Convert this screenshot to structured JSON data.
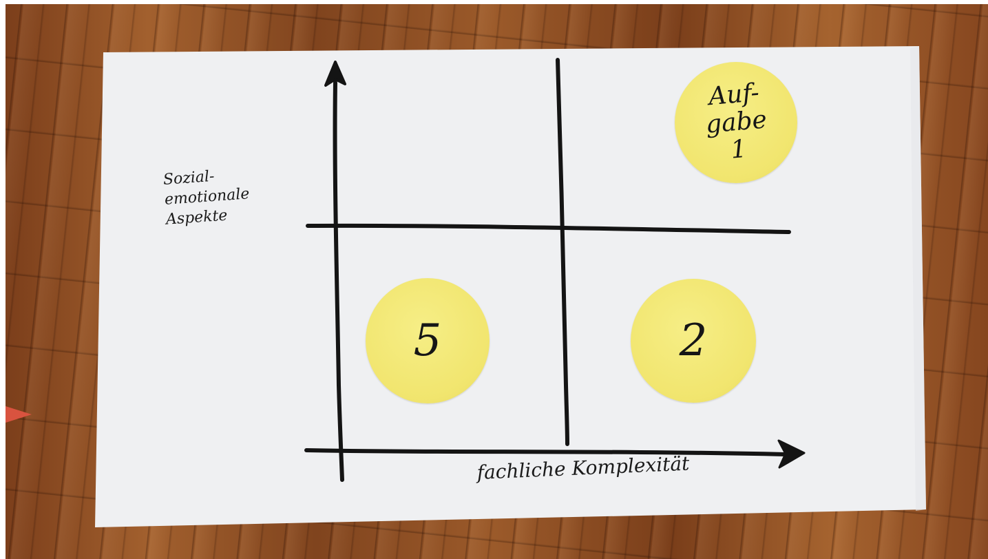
{
  "photo": {
    "subject": "flipchart-sheet-on-wooden-floor",
    "colors": {
      "paper": "#eff0f2",
      "sticker": "#f2e66f",
      "ink": "#141414",
      "wood": "#8a4a22"
    }
  },
  "chart": {
    "y_axis_label": [
      "Sozial-",
      "emotionale",
      "Aspekte"
    ],
    "x_axis_label": "fachliche Komplexität"
  },
  "stickers": {
    "aufgabe_lines": [
      "Auf-",
      "gabe",
      "1"
    ],
    "lower_left": "5",
    "lower_right": "2"
  },
  "icons": {
    "y_arrow": "arrow-up-icon",
    "x_arrow": "arrow-right-icon"
  }
}
